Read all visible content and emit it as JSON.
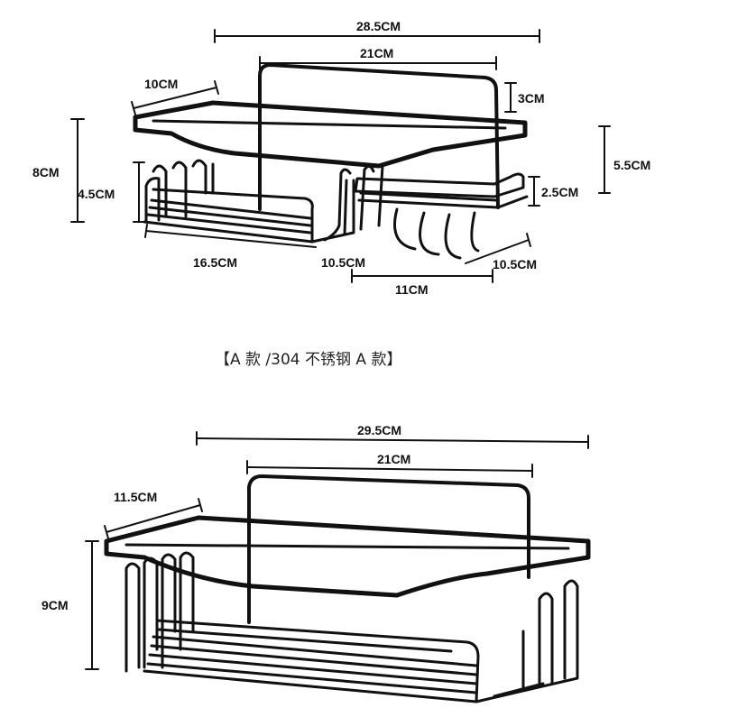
{
  "product_a": {
    "caption": "【A 款 /304 不锈钢 A 款】",
    "dims": {
      "total_width": "28.5CM",
      "back_width": "21CM",
      "depth": "10CM",
      "back_height": "3CM",
      "total_height": "8CM",
      "basket_height": "4.5CM",
      "side_height": "5.5CM",
      "soap_height": "2.5CM",
      "basket_length": "16.5CM",
      "basket_depth": "10.5CM",
      "soap_depth": "10.5CM",
      "soap_length": "11CM"
    }
  },
  "product_b": {
    "dims": {
      "total_width": "29.5CM",
      "back_width": "21CM",
      "depth": "11.5CM",
      "height": "9CM"
    }
  },
  "colors": {
    "line": "#111111",
    "background": "#ffffff"
  }
}
